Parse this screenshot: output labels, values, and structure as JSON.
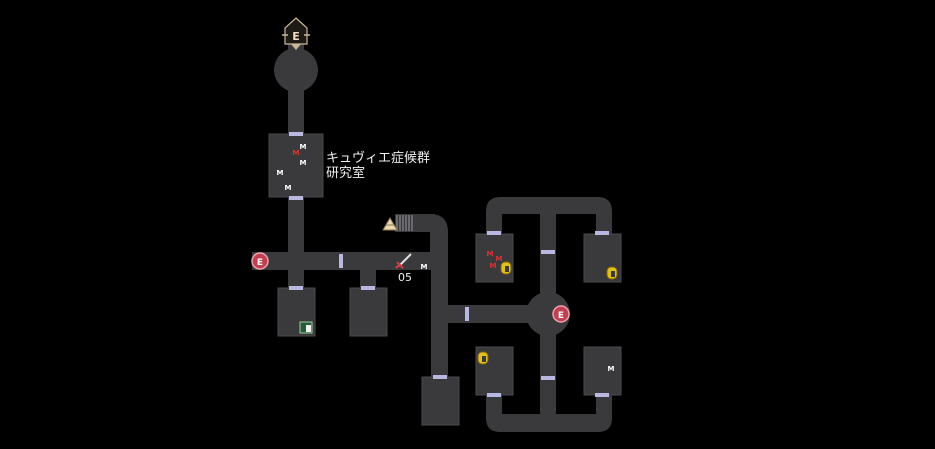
{
  "map": {
    "room_label_line1": "キュヴィエ症候群",
    "room_label_line2": "研究室",
    "floor_label": "05",
    "marker_letter_m": "M",
    "exit_letter": "E",
    "colors": {
      "background": "#000000",
      "corridor": "#3a3a3c",
      "corridor_edge": "#4a4a4e",
      "door": "#b8b8e0",
      "exit_marker": "#c04050",
      "lock_icon": "#e0c020",
      "monster_marker": "#e03030"
    },
    "icons": {
      "top_exit": "exit-arrow-icon",
      "side_exit": "exit-circle-icon",
      "stairs": "stairs-icon",
      "cone": "cone-icon",
      "sword": "sword-icon",
      "lock": "lock-icon",
      "chest": "treasure-icon"
    }
  }
}
